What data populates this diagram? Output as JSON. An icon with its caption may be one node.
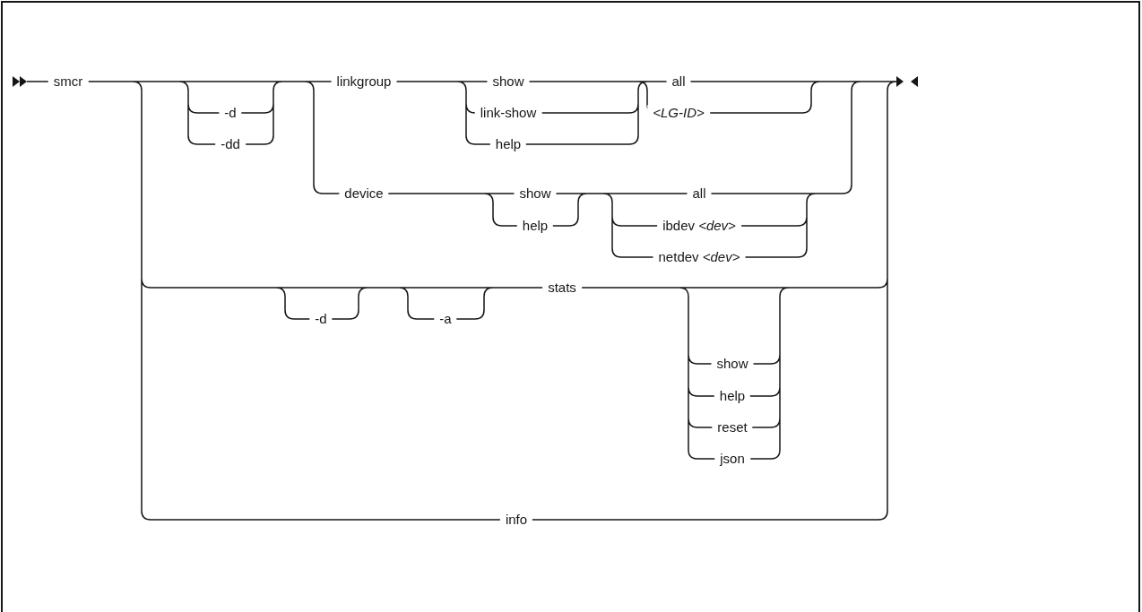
{
  "diagram": {
    "labels": [
      "smcr",
      "-d",
      "-dd",
      "linkgroup",
      "show",
      "link-show",
      "help",
      "all",
      "*<LG-ID>*",
      "device",
      "show",
      "help",
      "all",
      "ibdev *<dev>*",
      "netdev *<dev>*",
      "-d",
      "-a",
      "stats",
      "show",
      "help",
      "reset",
      "json",
      "info"
    ]
  }
}
